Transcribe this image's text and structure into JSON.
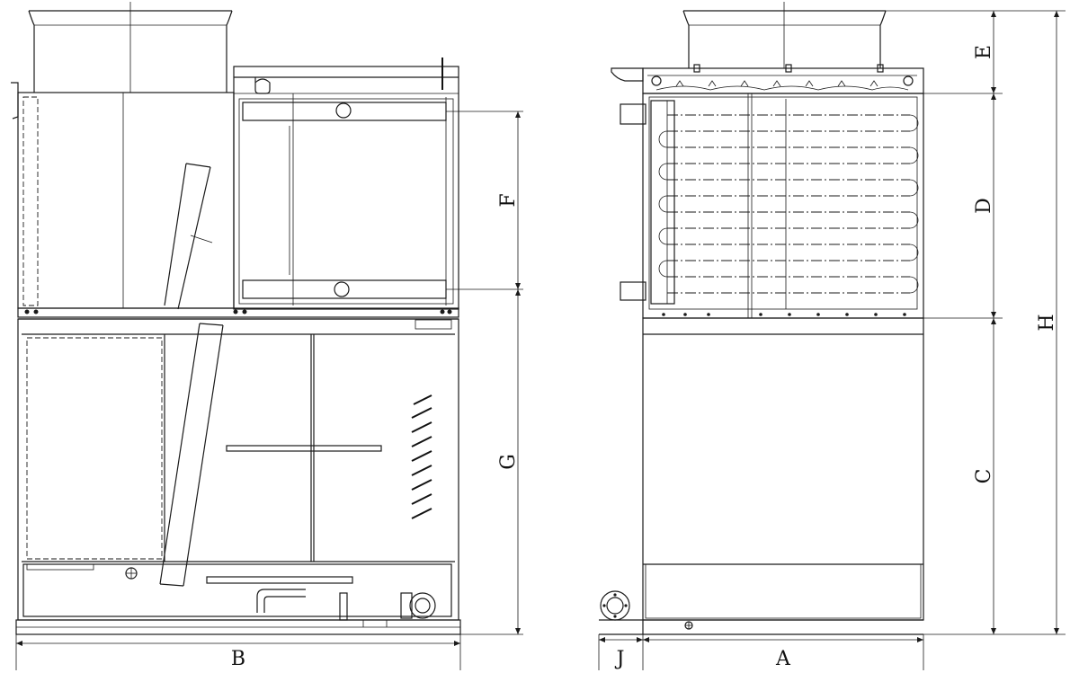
{
  "dimensions": {
    "A": "A",
    "B": "B",
    "C": "C",
    "D": "D",
    "E": "E",
    "F": "F",
    "G": "G",
    "H": "H",
    "J": "J"
  }
}
